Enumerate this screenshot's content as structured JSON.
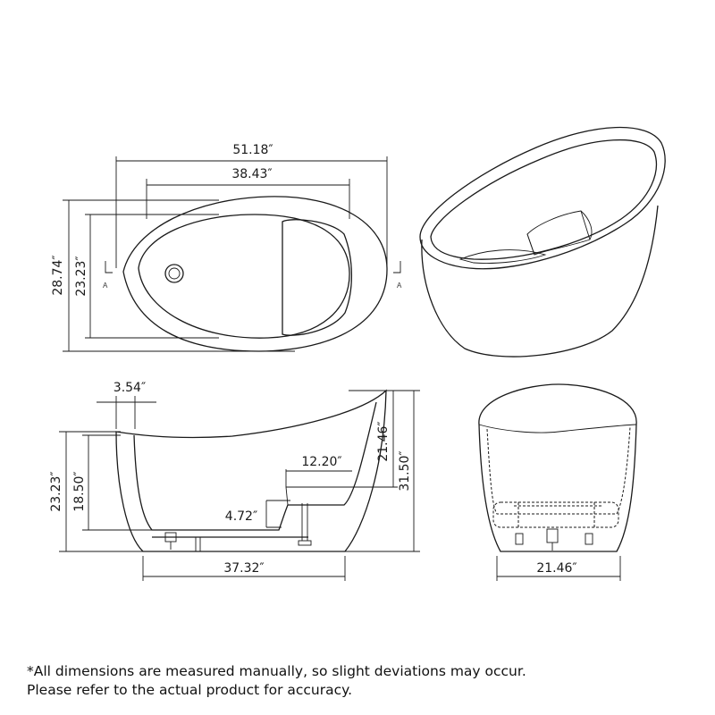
{
  "dimensions": {
    "top_overall_length": "51.18″",
    "top_inner_length": "38.43″",
    "top_overall_width": "28.74″",
    "top_inner_width": "23.23″",
    "side_backrest": "3.54″",
    "side_step_length": "12.20″",
    "side_step_height": "4.72″",
    "side_rim_height": "23.23″",
    "side_water_depth": "18.50″",
    "side_back_height": "21.46″",
    "side_total_height": "31.50″",
    "side_base_length": "37.32″",
    "end_width": "21.46″"
  },
  "section_marks": {
    "left": "A",
    "right": "A"
  },
  "footnote": {
    "line1": "*All dimensions are measured manually, so slight deviations may occur.",
    "line2": "Please refer to the actual product for accuracy."
  }
}
